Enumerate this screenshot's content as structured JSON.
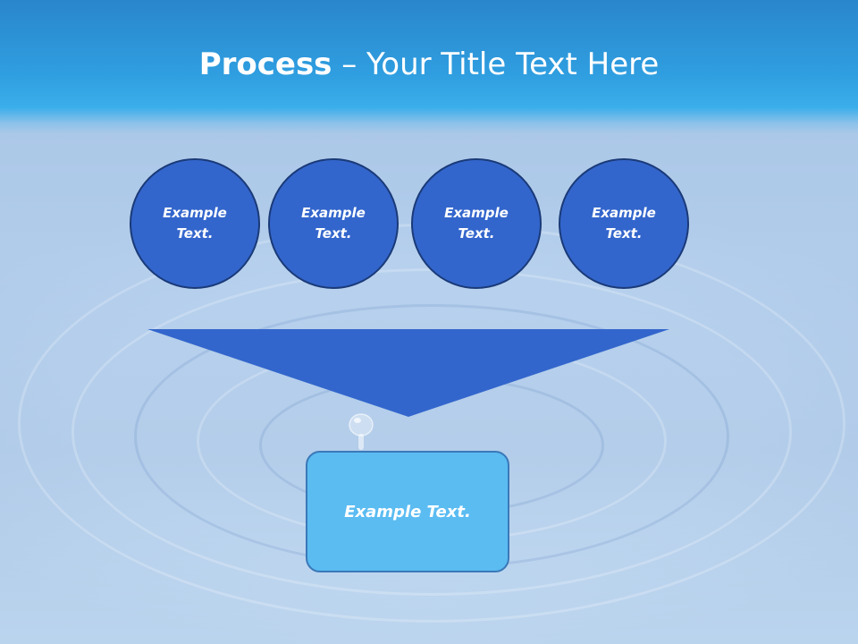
{
  "title": {
    "bold": "Process",
    "rest": " – Your Title Text Here"
  },
  "circles": [
    {
      "text": "Example Text."
    },
    {
      "text": "Example Text."
    },
    {
      "text": "Example Text."
    },
    {
      "text": "Example Text."
    }
  ],
  "result": {
    "text": "Example Text."
  },
  "colors": {
    "header": "#2f9ee0",
    "circle_fill": "#3366cc",
    "circle_border": "#1a3a78",
    "funnel": "#3366cc",
    "result_fill": "#5bbcf2",
    "result_border": "#3a79b8",
    "text": "#ffffff"
  }
}
